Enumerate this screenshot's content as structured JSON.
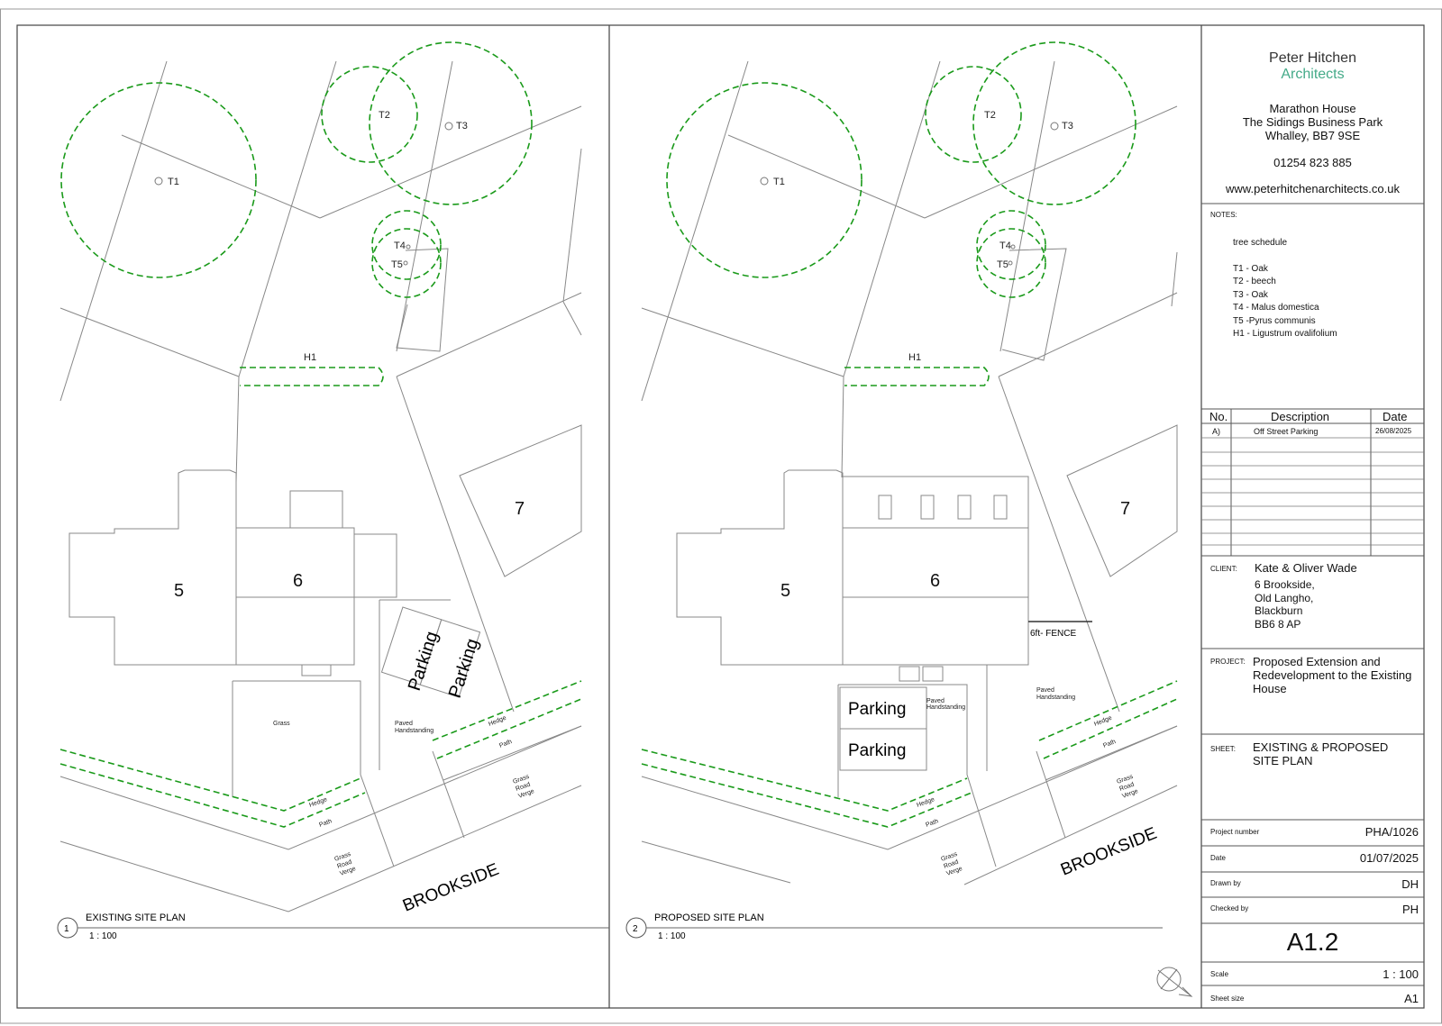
{
  "plans": [
    {
      "number": "1",
      "title": "EXISTING SITE PLAN",
      "scale": "1 : 100",
      "trees": [
        "T1",
        "T2",
        "T3",
        "T4",
        "T5"
      ],
      "hedge_row": "H1",
      "houses": [
        "5",
        "6",
        "7"
      ],
      "parking": [
        "Parking",
        "Parking"
      ],
      "labels": {
        "grass": "Grass",
        "paved": "Paved",
        "handstanding": "Handstanding",
        "hedge": "Hedge",
        "path": "Path",
        "grass_road": "Grass",
        "road": "Road",
        "verge": "Verge",
        "street": "BROOKSIDE"
      }
    },
    {
      "number": "2",
      "title": "PROPOSED SITE PLAN",
      "scale": "1 : 100",
      "trees": [
        "T1",
        "T2",
        "T3",
        "T4",
        "T5"
      ],
      "hedge_row": "H1",
      "houses": [
        "5",
        "6",
        "7"
      ],
      "parking": [
        "Parking",
        "Parking"
      ],
      "fence": "6ft- FENCE",
      "labels": {
        "paved": "Paved",
        "handstanding": "Handstanding",
        "hedge": "Hedge",
        "path": "Path",
        "grass_road": "Grass",
        "road": "Road",
        "verge": "Verge",
        "street": "BROOKSIDE"
      }
    }
  ],
  "title_block": {
    "logo_line1": "Peter Hitchen",
    "logo_line2": "Architects",
    "address": [
      "Marathon House",
      "The Sidings Business Park",
      "Whalley, BB7 9SE"
    ],
    "phone": "01254 823 885",
    "website": "www.peterhitchenarchitects.co.uk",
    "notes_label": "NOTES:",
    "notes_heading": "tree schedule",
    "tree_schedule": [
      "T1 - Oak",
      "T2 - beech",
      "T3 - Oak",
      "T4 - Malus domestica",
      "T5 -Pyrus communis",
      "H1 - Ligustrum ovalifolium"
    ],
    "revision_headers": {
      "no": "No.",
      "description": "Description",
      "date": "Date"
    },
    "revisions": [
      {
        "no": "A)",
        "description": "Off Street Parking",
        "date": "26/08/2025"
      }
    ],
    "client_label": "CLIENT:",
    "client_name": "Kate & Oliver Wade",
    "client_address": [
      "6 Brookside,",
      "Old Langho,",
      "Blackburn",
      "BB6 8 AP"
    ],
    "project_label": "PROJECT:",
    "project": [
      "Proposed Extension and",
      "Redevelopment to the Existing",
      "House"
    ],
    "sheet_label": "SHEET:",
    "sheet": [
      "EXISTING & PROPOSED",
      "SITE PLAN"
    ],
    "fields": [
      {
        "label": "Project number",
        "value": "PHA/1026"
      },
      {
        "label": "Date",
        "value": "01/07/2025"
      },
      {
        "label": "Drawn by",
        "value": "DH"
      },
      {
        "label": "Checked by",
        "value": "PH"
      }
    ],
    "drawing_number": "A1.2",
    "scale_label": "Scale",
    "scale_value": "1 : 100",
    "sheet_size_label": "Sheet size",
    "sheet_size_value": "A1"
  },
  "colors": {
    "hedge_tree": "#1a9a1a",
    "line": "#777777",
    "border": "#555555"
  }
}
